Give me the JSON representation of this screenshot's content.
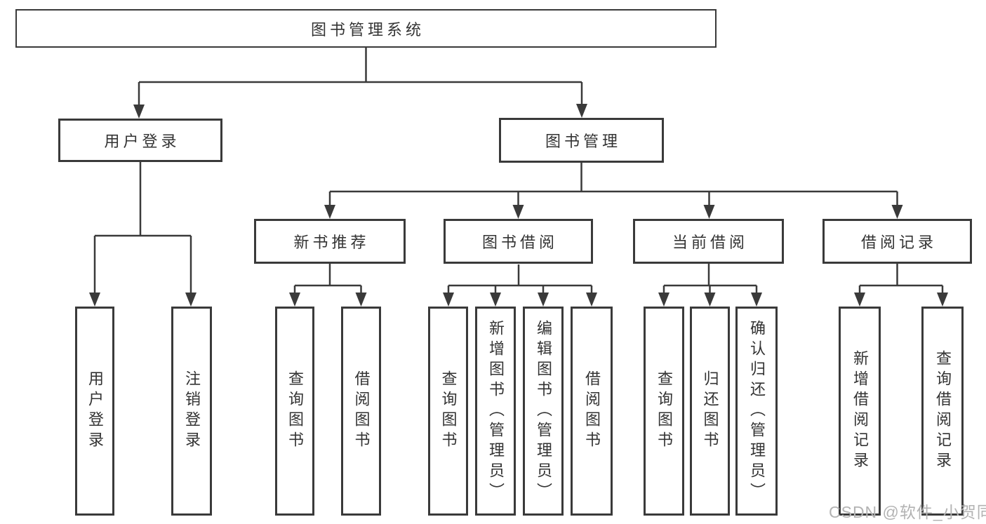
{
  "tree": {
    "root": {
      "label": "图书管理系统"
    },
    "branches": [
      {
        "label": "用户登录",
        "children": [
          {
            "label": "用户登录"
          },
          {
            "label": "注销登录"
          }
        ]
      },
      {
        "label": "图书管理",
        "groups": [
          {
            "label": "新书推荐",
            "children": [
              {
                "label": "查询图书"
              },
              {
                "label": "借阅图书"
              }
            ]
          },
          {
            "label": "图书借阅",
            "children": [
              {
                "label": "查询图书"
              },
              {
                "label": "新增图书（管理员）"
              },
              {
                "label": "编辑图书（管理员）"
              },
              {
                "label": "借阅图书"
              }
            ]
          },
          {
            "label": "当前借阅",
            "children": [
              {
                "label": "查询图书"
              },
              {
                "label": "归还图书"
              },
              {
                "label": "确认归还（管理员）"
              }
            ]
          },
          {
            "label": "借阅记录",
            "children": [
              {
                "label": "新增借阅记录"
              },
              {
                "label": "查询借阅记录"
              }
            ]
          }
        ]
      }
    ]
  },
  "watermark": {
    "text": "CSDN @软件_小贺同学",
    "color": "#b3b3b3"
  },
  "colors": {
    "line": "#3a3a3a",
    "text": "#333333",
    "background": "#ffffff"
  }
}
